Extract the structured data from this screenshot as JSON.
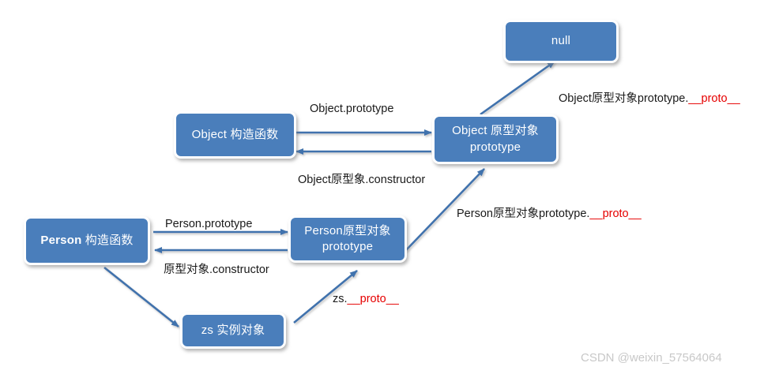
{
  "diagram": {
    "title": "JavaScript prototype chain diagram",
    "accent_color": "#4a7ebb",
    "proto_color": "#e60000",
    "nodes": [
      {
        "id": "null",
        "lead": "null",
        "line2": ""
      },
      {
        "id": "object-prototype",
        "lead": "Object 原型对象",
        "line2": "prototype"
      },
      {
        "id": "object-constructor",
        "lead": "Object 构造函数",
        "line2": ""
      },
      {
        "id": "person-constructor",
        "lead": "Person",
        "line2": " 构造函数"
      },
      {
        "id": "person-prototype",
        "lead": "Person原型对象",
        "line2": "prototype"
      },
      {
        "id": "zs-instance",
        "lead": "zs 实例对象",
        "line2": ""
      }
    ],
    "labels": {
      "object_prototype": "Object.prototype",
      "object_prototype_constructor": "Object原型象.constructor",
      "object_proto_chain_prefix": "Object原型对象prototype.",
      "object_proto_chain_proto": "__proto__",
      "person_prototype": "Person.prototype",
      "person_prototype_constructor": "原型对象.constructor",
      "person_proto_chain_prefix": "Person原型对象prototype.",
      "person_proto_chain_proto": "__proto__",
      "zs_proto_prefix": "zs.",
      "zs_proto_proto": "__proto__"
    },
    "watermark": "CSDN @weixin_57564064"
  }
}
